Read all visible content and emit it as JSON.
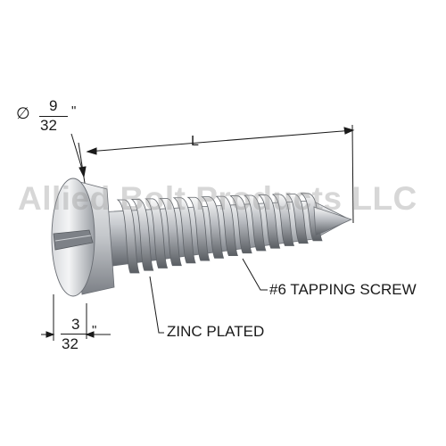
{
  "watermark": "Allied Bolt Products LLC",
  "head_diameter": {
    "symbol": "∅",
    "numerator": "9",
    "denominator": "32",
    "unit": "\""
  },
  "head_height": {
    "numerator": "3",
    "denominator": "32",
    "unit": "\""
  },
  "length_label": "L",
  "callouts": {
    "screw_type": "#6 TAPPING SCREW",
    "finish": "ZINC PLATED"
  },
  "colors": {
    "line": "#1a1a1a",
    "metal_light": "#e6e7e9",
    "metal_mid": "#b9bcc1",
    "metal_dark": "#6f7379",
    "watermark": "#969696"
  }
}
